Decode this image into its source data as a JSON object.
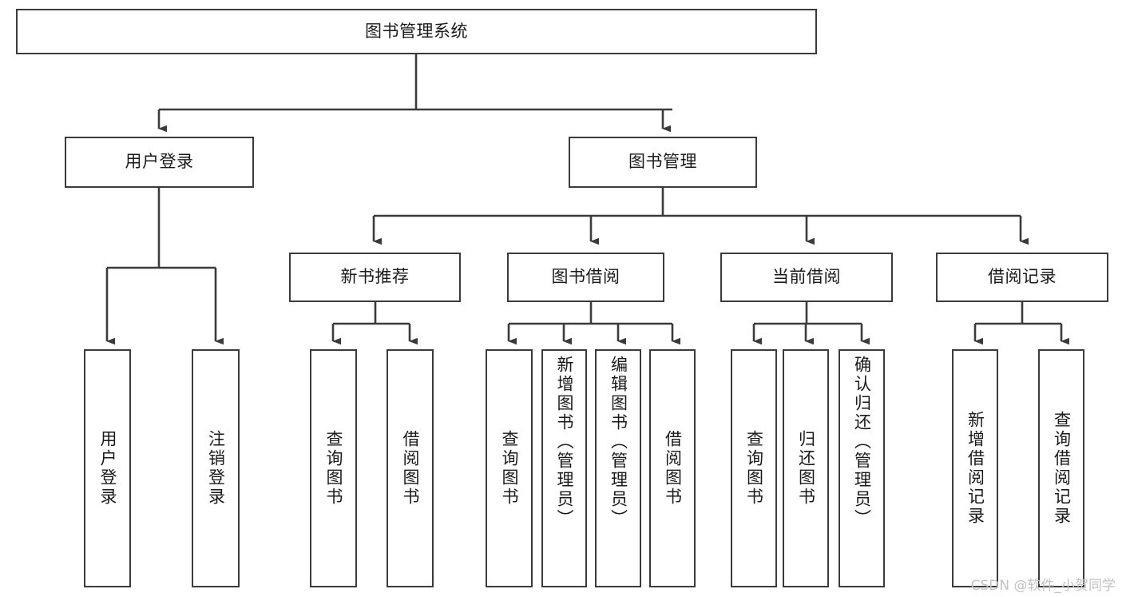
{
  "diagram": {
    "type": "tree-hierarchy",
    "title": "图书管理系统",
    "watermark": "CSDN @软件_小贺同学",
    "colors": {
      "box_border": "#3b3b3b",
      "box_fill": "#ffffff",
      "edge": "#3b3b3b",
      "text": "#1a1a1a",
      "watermark": "#c2c2c2",
      "background": "#ffffff"
    },
    "nodes": {
      "root": {
        "label": "图书管理系统",
        "level": 0
      },
      "user_login": {
        "label": "用户登录",
        "level": 1
      },
      "book_manage": {
        "label": "图书管理",
        "level": 1
      },
      "new_book_rec": {
        "label": "新书推荐",
        "level": 2
      },
      "book_borrow": {
        "label": "图书借阅",
        "level": 2
      },
      "current_borrow": {
        "label": "当前借阅",
        "level": 2
      },
      "borrow_record": {
        "label": "借阅记录",
        "level": 2
      },
      "leaf_user_login": {
        "label": "用户登录",
        "level": 3
      },
      "leaf_logout": {
        "label": "注销登录",
        "level": 3
      },
      "leaf_query_book_a": {
        "label": "查询图书",
        "level": 3
      },
      "leaf_borrow_book_a": {
        "label": "借阅图书",
        "level": 3
      },
      "leaf_query_book_b": {
        "label": "查询图书",
        "level": 3
      },
      "leaf_add_book": {
        "label": "新增图书（管理员）",
        "level": 3
      },
      "leaf_edit_book": {
        "label": "编辑图书（管理员）",
        "level": 3
      },
      "leaf_borrow_book_b": {
        "label": "借阅图书",
        "level": 3
      },
      "leaf_query_book_c": {
        "label": "查询图书",
        "level": 3
      },
      "leaf_return_book": {
        "label": "归还图书",
        "level": 3
      },
      "leaf_confirm_return": {
        "label": "确认归还（管理员）",
        "level": 3
      },
      "leaf_add_record": {
        "label": "新增借阅记录",
        "level": 3
      },
      "leaf_query_record": {
        "label": "查询借阅记录",
        "level": 3
      }
    },
    "edges": [
      {
        "from": "root",
        "to": "user_login"
      },
      {
        "from": "root",
        "to": "book_manage"
      },
      {
        "from": "book_manage",
        "to": "new_book_rec"
      },
      {
        "from": "book_manage",
        "to": "book_borrow"
      },
      {
        "from": "book_manage",
        "to": "current_borrow"
      },
      {
        "from": "book_manage",
        "to": "borrow_record"
      },
      {
        "from": "user_login",
        "to": "leaf_user_login"
      },
      {
        "from": "user_login",
        "to": "leaf_logout"
      },
      {
        "from": "new_book_rec",
        "to": "leaf_query_book_a"
      },
      {
        "from": "new_book_rec",
        "to": "leaf_borrow_book_a"
      },
      {
        "from": "book_borrow",
        "to": "leaf_query_book_b"
      },
      {
        "from": "book_borrow",
        "to": "leaf_add_book"
      },
      {
        "from": "book_borrow",
        "to": "leaf_edit_book"
      },
      {
        "from": "book_borrow",
        "to": "leaf_borrow_book_b"
      },
      {
        "from": "current_borrow",
        "to": "leaf_query_book_c"
      },
      {
        "from": "current_borrow",
        "to": "leaf_return_book"
      },
      {
        "from": "current_borrow",
        "to": "leaf_confirm_return"
      },
      {
        "from": "borrow_record",
        "to": "leaf_add_record"
      },
      {
        "from": "borrow_record",
        "to": "leaf_query_record"
      }
    ]
  }
}
